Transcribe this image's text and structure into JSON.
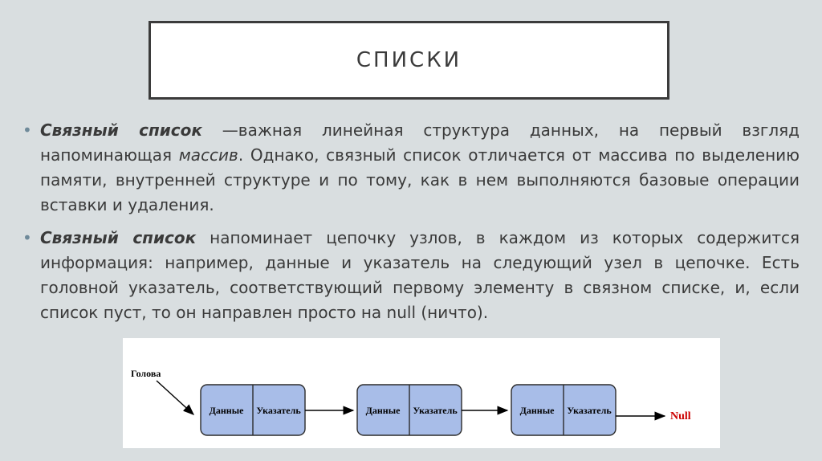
{
  "slide": {
    "title": "СПИСКИ"
  },
  "bullets": [
    {
      "term": "Связный список",
      "text_a": " —важная линейная структура данных, на первый взгляд напоминающая ",
      "emphasis": "массив",
      "text_b": ". Однако, связный список отличается от массива по выделению памяти, внутренней структуре и по тому, как в нем выполняются базовые операции вставки и удаления."
    },
    {
      "term": "Связный список",
      "text_a": " напоминает цепочку узлов, в каждом из которых содержится информация: например, данные и указатель на следующий узел в цепочке. Есть головной указатель, соответствующий первому элементу в связном списке, и, если список пуст, то он направлен просто на null (ничто)."
    }
  ],
  "diagram": {
    "head_label": "Голова",
    "nodes": [
      {
        "data": "Данные",
        "pointer": "Указатель"
      },
      {
        "data": "Данные",
        "pointer": "Указатель"
      },
      {
        "data": "Данные",
        "pointer": "Указатель"
      }
    ],
    "null_label": "Null",
    "colors": {
      "node_fill": "#a8bde8",
      "node_stroke": "#2b2b2b",
      "null_text": "#cc0000"
    }
  }
}
